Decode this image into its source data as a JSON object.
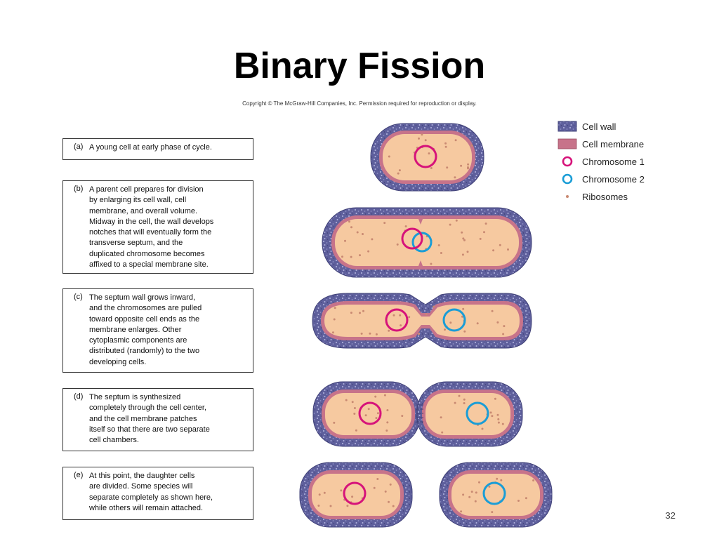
{
  "title": "Binary Fission",
  "copyright": "Copyright © The McGraw-Hill Companies, Inc. Permission required for reproduction or display.",
  "steps": [
    {
      "label": "(a)",
      "text": "A young cell at early phase of cycle."
    },
    {
      "label": "(b)",
      "text": "A parent cell prepares for division\nby enlarging its cell wall, cell\nmembrane, and overall volume.\nMidway in the cell, the wall develops\nnotches that will eventually form the\ntransverse septum, and the\nduplicated chromosome becomes\naffixed to a special membrane site."
    },
    {
      "label": "(c)",
      "text": "The septum wall grows inward,\nand the chromosomes are pulled\ntoward opposite cell ends as the\nmembrane enlarges. Other\ncytoplasmic components are\ndistributed (randomly) to the two\ndeveloping cells."
    },
    {
      "label": "(d)",
      "text": "The septum is synthesized\ncompletely through the cell center,\nand the cell membrane  patches\nitself so that there are two separate\ncell chambers."
    },
    {
      "label": "(e)",
      "text": "At this point, the daughter cells\nare divided. Some species will\nseparate completely as shown here,\nwhile others will remain attached."
    }
  ],
  "legend": [
    {
      "label": "Cell wall",
      "icon": "cell-wall-swatch"
    },
    {
      "label": "Cell membrane",
      "icon": "cell-membrane-swatch"
    },
    {
      "label": "Chromosome 1",
      "icon": "chromosome-1-ring"
    },
    {
      "label": "Chromosome 2",
      "icon": "chromosome-2-ring"
    },
    {
      "label": "Ribosomes",
      "icon": "ribosome-dot"
    }
  ],
  "colors": {
    "wall": "#5e5f9c",
    "wall_speckle": "#a7a9d6",
    "membrane": "#c7738a",
    "cytoplasm": "#f6c9a0",
    "chromosome1": "#d6137a",
    "chromosome2": "#1a9dd6",
    "ribosome": "#c98a72"
  },
  "page_number": "32"
}
